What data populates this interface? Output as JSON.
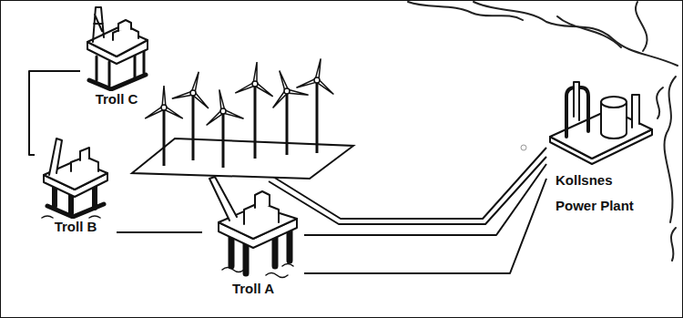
{
  "diagram": {
    "nodes": [
      {
        "text": [
          "Troll C"
        ]
      },
      {
        "text": [
          "Troll B"
        ]
      },
      {
        "text": [
          "Troll A"
        ]
      },
      {
        "text": [
          "Kollsnes Power Plant"
        ]
      }
    ],
    "edges": [
      {
        "from": 0,
        "to": 1,
        "arrow": "none"
      },
      {
        "from": 1,
        "to": 2,
        "arrow": "none"
      },
      {
        "from": 2,
        "to": 3,
        "arrow": "none"
      },
      {
        "from": 2,
        "to": 3,
        "arrow": "none"
      }
    ]
  }
}
